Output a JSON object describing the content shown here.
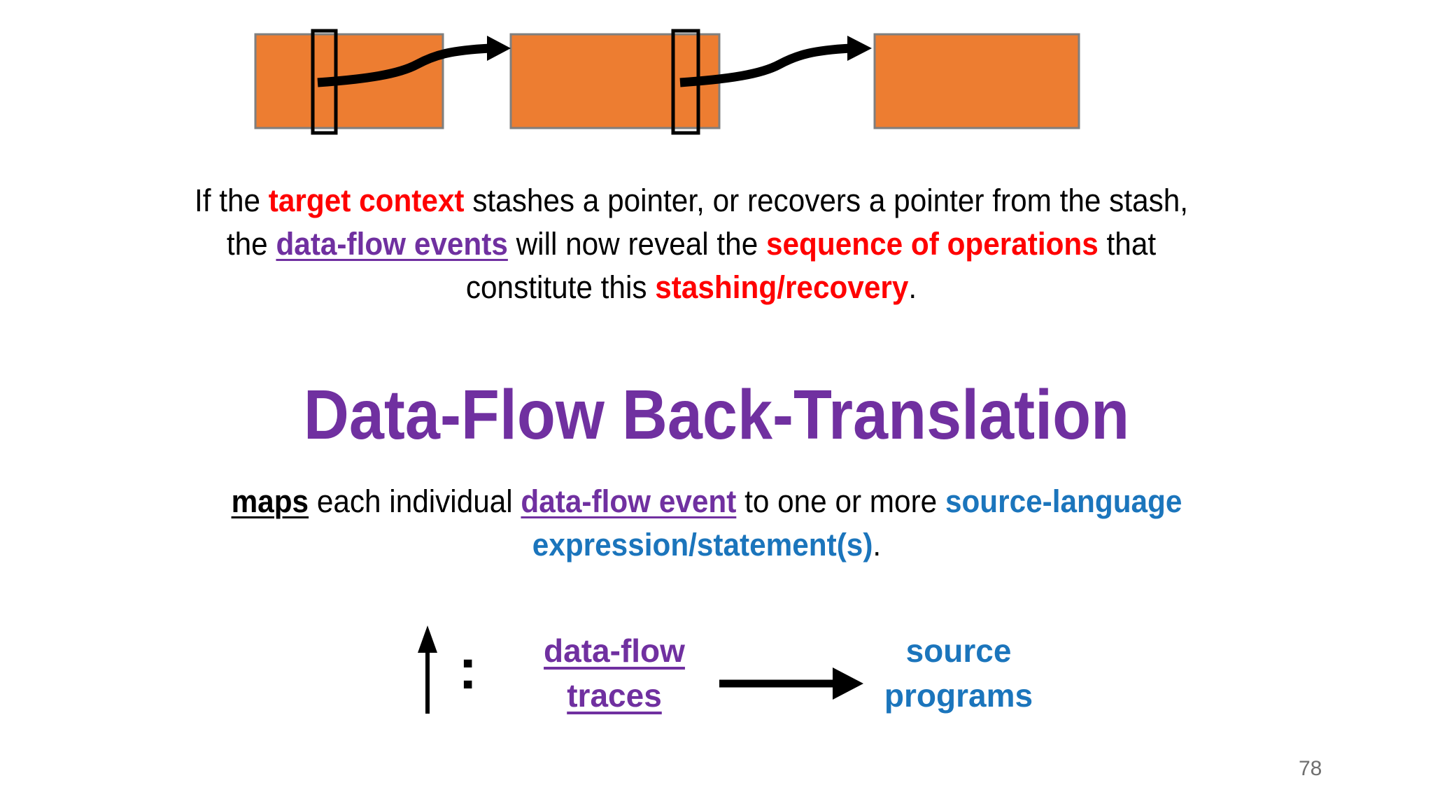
{
  "colors": {
    "orange": "#ED7D31",
    "box-border": "#7F7F7F",
    "ink": "#000000",
    "red": "#FF0000",
    "purple": "#7030A0",
    "blue": "#1B75BC",
    "page-gray": "#6F6F6F"
  },
  "intro": {
    "l1a": "If the ",
    "l1b": "target context",
    "l1c": " stashes a pointer, or recovers a pointer from the stash,",
    "l2a": "the ",
    "l2b": "data-flow events",
    "l2c": " will now reveal the ",
    "l2d": "sequence of operations",
    "l2e": " that",
    "l3a": "constitute this ",
    "l3b": "stashing/recovery",
    "l3c": "."
  },
  "title": {
    "text": "Data-Flow Back-Translation"
  },
  "maps": {
    "m1": "maps",
    "m2": " each individual ",
    "m3": "data-flow event",
    "m4": " to one or more ",
    "m5": "source-language",
    "m6": "expression/statement(s)",
    "m7": "."
  },
  "mapping_diagram": {
    "colon": ":",
    "left_label_line1": "data-flow",
    "left_label_line2": "traces",
    "right_label_line1": "source",
    "right_label_line2": "programs"
  },
  "page_number": "78"
}
